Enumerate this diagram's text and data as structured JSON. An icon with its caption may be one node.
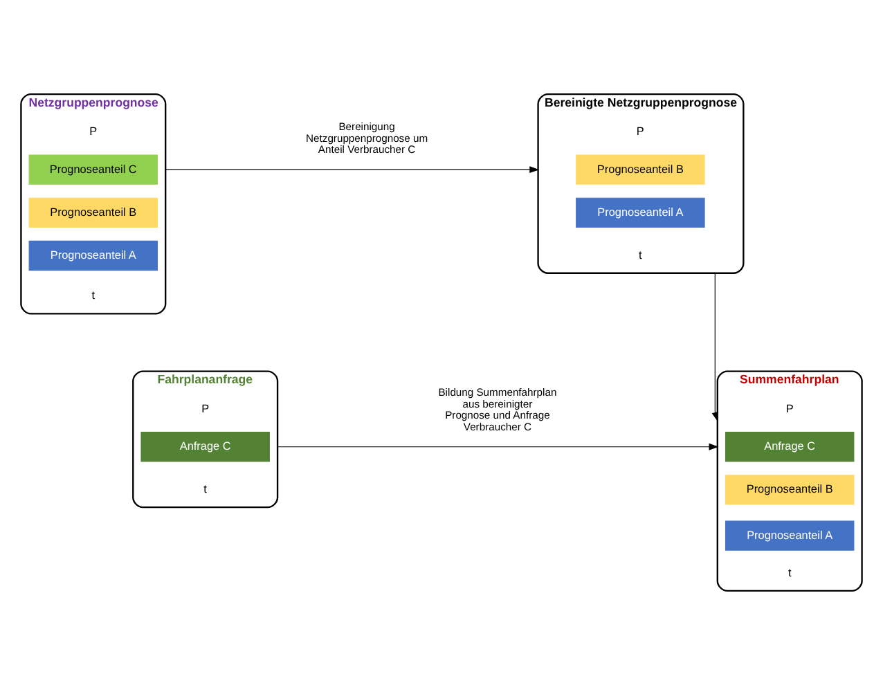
{
  "diagram": {
    "nodes": [
      {
        "text": [
          "Netzgruppenprognose"
        ]
      },
      {
        "text": [
          "Prognoseanteil C"
        ],
        "in": 0
      },
      {
        "text": [
          "Prognoseanteil B"
        ],
        "in": 0
      },
      {
        "text": [
          "Prognoseanteil A"
        ],
        "in": 0
      },
      {
        "text": [
          "Bereinigte Netzgruppenprognose"
        ]
      },
      {
        "text": [
          "Prognoseanteil B"
        ],
        "in": 4
      },
      {
        "text": [
          "Prognoseanteil A"
        ],
        "in": 4
      },
      {
        "text": [
          "Fahrplananfrage"
        ]
      },
      {
        "text": [
          "Anfrage C"
        ],
        "in": 7
      },
      {
        "text": [
          "Summenfahrplan"
        ]
      },
      {
        "text": [
          "Anfrage C"
        ],
        "in": 9
      },
      {
        "text": [
          "Prognoseanteil B"
        ],
        "in": 9
      },
      {
        "text": [
          "Prognoseanteil A"
        ],
        "in": 9
      }
    ],
    "edges": [
      {
        "from": 0,
        "to": 4,
        "arrow": "to",
        "label": "Bereinigung Netzgruppenprognose um Anteil Verbraucher C"
      },
      {
        "from": 4,
        "to": 9,
        "arrow": "to"
      },
      {
        "from": 7,
        "to": 9,
        "arrow": "to",
        "label": "Bildung Summenfahrplan aus bereinigter Prognose und Anfrage Verbraucher C"
      }
    ],
    "labels": [
      "P",
      "t",
      "P",
      "t",
      "P",
      "t",
      "P",
      "t"
    ]
  }
}
